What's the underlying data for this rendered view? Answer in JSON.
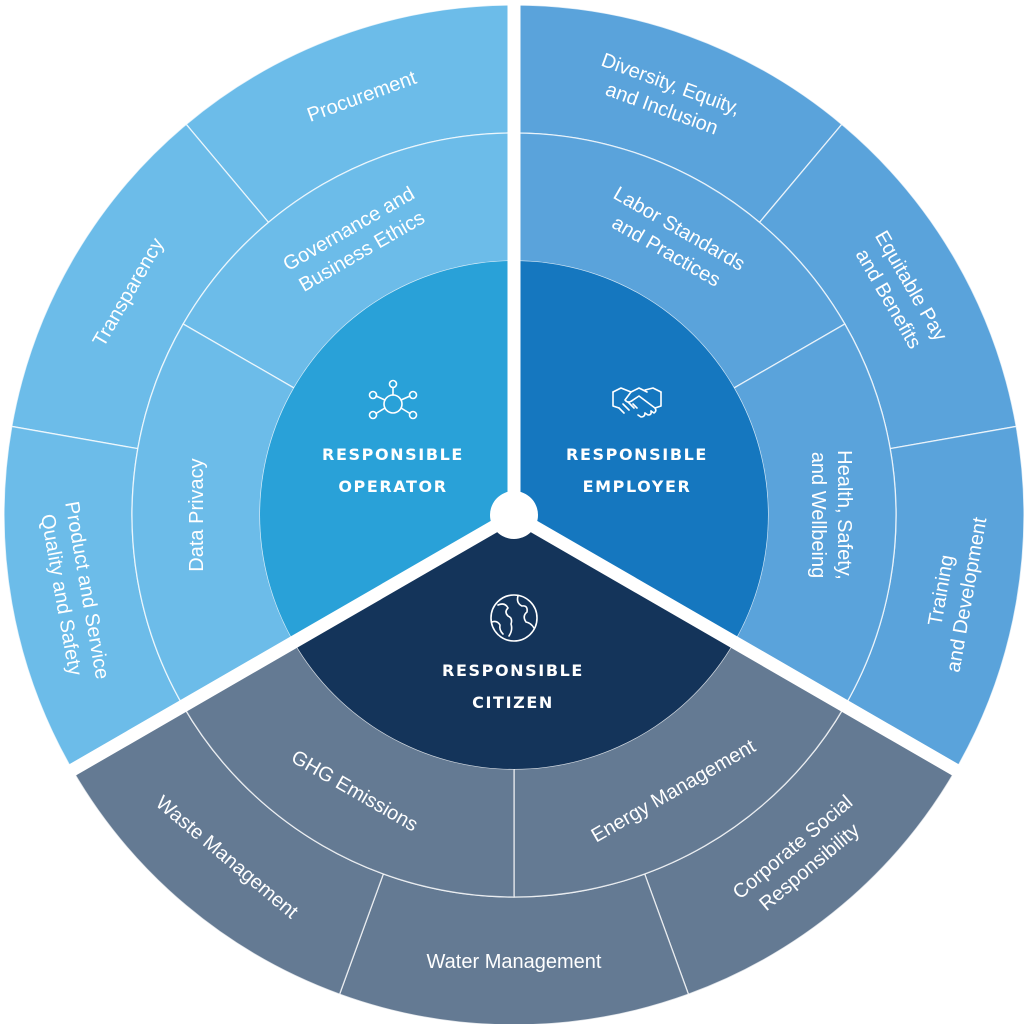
{
  "colors": {
    "operator_core": "#29a1d8",
    "operator_ring": "#6cbce9",
    "employer_core": "#1577bf",
    "employer_ring": "#5aa3db",
    "citizen_core": "#14345a",
    "citizen_ring": "#647a93",
    "separator": "#ffffff"
  },
  "pillars": [
    {
      "id": "operator",
      "title": [
        "RESPONSIBLE",
        "OPERATOR"
      ],
      "icon": "network-hub-icon",
      "inner": [
        "Governance and Business Ethics",
        "Data Privacy"
      ],
      "outer": [
        "Procurement",
        "Transparency",
        "Product and Service Quality and Safety"
      ]
    },
    {
      "id": "employer",
      "title": [
        "RESPONSIBLE",
        "EMPLOYER"
      ],
      "icon": "handshake-icon",
      "inner": [
        "Labor Standards and Practices",
        "Health, Safety, and Wellbeing"
      ],
      "outer": [
        "Diversity, Equity, and Inclusion",
        "Equitable Pay and Benefits",
        "Training and Development"
      ]
    },
    {
      "id": "citizen",
      "title": [
        "RESPONSIBLE",
        "CITIZEN"
      ],
      "icon": "globe-icon",
      "inner": [
        "Energy Management",
        "GHG Emissions"
      ],
      "outer": [
        "Corporate Social Responsibility",
        "Water Management",
        "Waste Management"
      ]
    }
  ],
  "label_lines": {
    "Governance and Business Ethics": [
      "Governance and",
      "Business Ethics"
    ],
    "Data Privacy": [
      "Data Privacy"
    ],
    "Procurement": [
      "Procurement"
    ],
    "Transparency": [
      "Transparency"
    ],
    "Product and Service Quality and Safety": [
      "Product and Service",
      "Quality and Safety"
    ],
    "Labor Standards and Practices": [
      "Labor Standards",
      "and Practices"
    ],
    "Health, Safety, and Wellbeing": [
      "Health, Safety,",
      "and Wellbeing"
    ],
    "Diversity, Equity, and Inclusion": [
      "Diversity, Equity,",
      "and Inclusion"
    ],
    "Equitable Pay and Benefits": [
      "Equitable Pay",
      "and Benefits"
    ],
    "Training and Development": [
      "Training",
      "and Development"
    ],
    "Energy Management": [
      "Energy Management"
    ],
    "GHG Emissions": [
      "GHG Emissions"
    ],
    "Corporate Social Responsibility": [
      "Corporate Social",
      "Responsibility"
    ],
    "Water Management": [
      "Water Management"
    ],
    "Waste Management": [
      "Waste Management"
    ]
  }
}
